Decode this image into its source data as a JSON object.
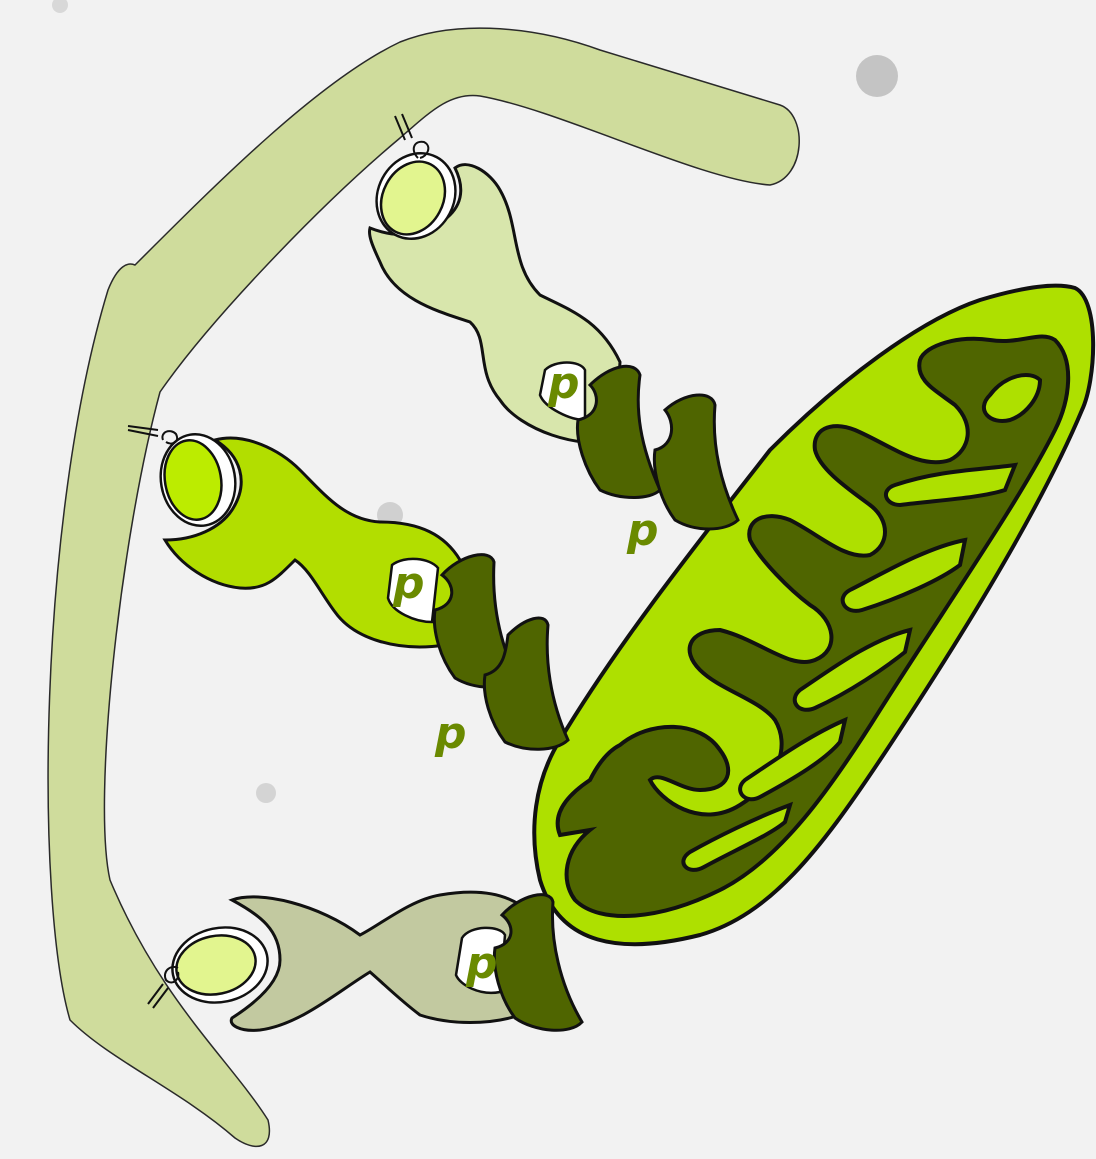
{
  "diagram": {
    "labels": {
      "p1": "p",
      "p2": "p",
      "p3": "p",
      "p4": "p",
      "p5": "p"
    },
    "colors": {
      "background": "#f2f2f2",
      "membrane": "#cfdc9c",
      "outline": "#111111",
      "receptor_top": "#d8e6ac",
      "receptor_middle": "#b2de00",
      "receptor_bottom": "#c2c9a0",
      "ligand_light": "#e2f58f",
      "ligand_bright": "#bcec00",
      "protein_dark": "#4f6500",
      "mito_outer": "#aee000",
      "mito_inner": "#4f6500",
      "label_green": "#6a8a00",
      "speckle_grey": "#c4c4c4"
    },
    "icons": [
      "cell-membrane",
      "receptor",
      "ligand",
      "phosphate-group",
      "adaptor-protein",
      "mitochondrion"
    ]
  }
}
